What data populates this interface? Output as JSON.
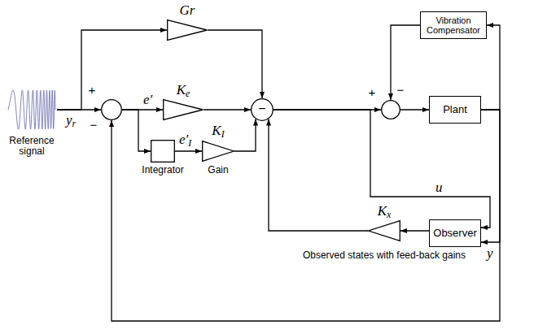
{
  "diagram": {
    "nodes": [
      {
        "text": [
          "Reference signal"
        ]
      },
      {
        "text": [
          "Gr"
        ]
      },
      {
        "text": [
          "+",
          "−"
        ]
      },
      {
        "text": [
          "Ke"
        ]
      },
      {
        "text": [
          "Integrator"
        ]
      },
      {
        "text": [
          "KI",
          "Gain"
        ]
      },
      {
        "text": [
          "−"
        ]
      },
      {
        "text": [
          "Vibration Compensator"
        ]
      },
      {
        "text": [
          "+",
          "−"
        ]
      },
      {
        "text": [
          "Plant"
        ]
      },
      {
        "text": [
          "Observer"
        ]
      },
      {
        "text": [
          "Kx",
          "Observed states with feed-back gains"
        ]
      }
    ],
    "edges": [
      {
        "from": 0,
        "to": 2,
        "label": "yr",
        "arrow": "to"
      },
      {
        "from": 0,
        "to": 1,
        "arrow": "to"
      },
      {
        "from": 2,
        "to": 3,
        "label": "e′",
        "arrow": "to"
      },
      {
        "from": 2,
        "to": 4,
        "arrow": "to"
      },
      {
        "from": 4,
        "to": 5,
        "label": "e′I",
        "arrow": "to"
      },
      {
        "from": 1,
        "to": 6,
        "arrow": "to"
      },
      {
        "from": 3,
        "to": 6,
        "arrow": "to"
      },
      {
        "from": 5,
        "to": 6,
        "arrow": "to"
      },
      {
        "from": 6,
        "to": 8,
        "arrow": "to"
      },
      {
        "from": 6,
        "to": 10,
        "label": "u",
        "arrow": "to"
      },
      {
        "from": 7,
        "to": 8,
        "arrow": "to"
      },
      {
        "from": 8,
        "to": 9,
        "arrow": "to"
      },
      {
        "from": 9,
        "to": 7,
        "arrow": "to"
      },
      {
        "from": 9,
        "to": 10,
        "label": "y",
        "arrow": "to"
      },
      {
        "from": 10,
        "to": 11,
        "arrow": "to"
      },
      {
        "from": 11,
        "to": 6,
        "arrow": "to"
      },
      {
        "from": 9,
        "to": 2,
        "arrow": "to"
      }
    ]
  }
}
